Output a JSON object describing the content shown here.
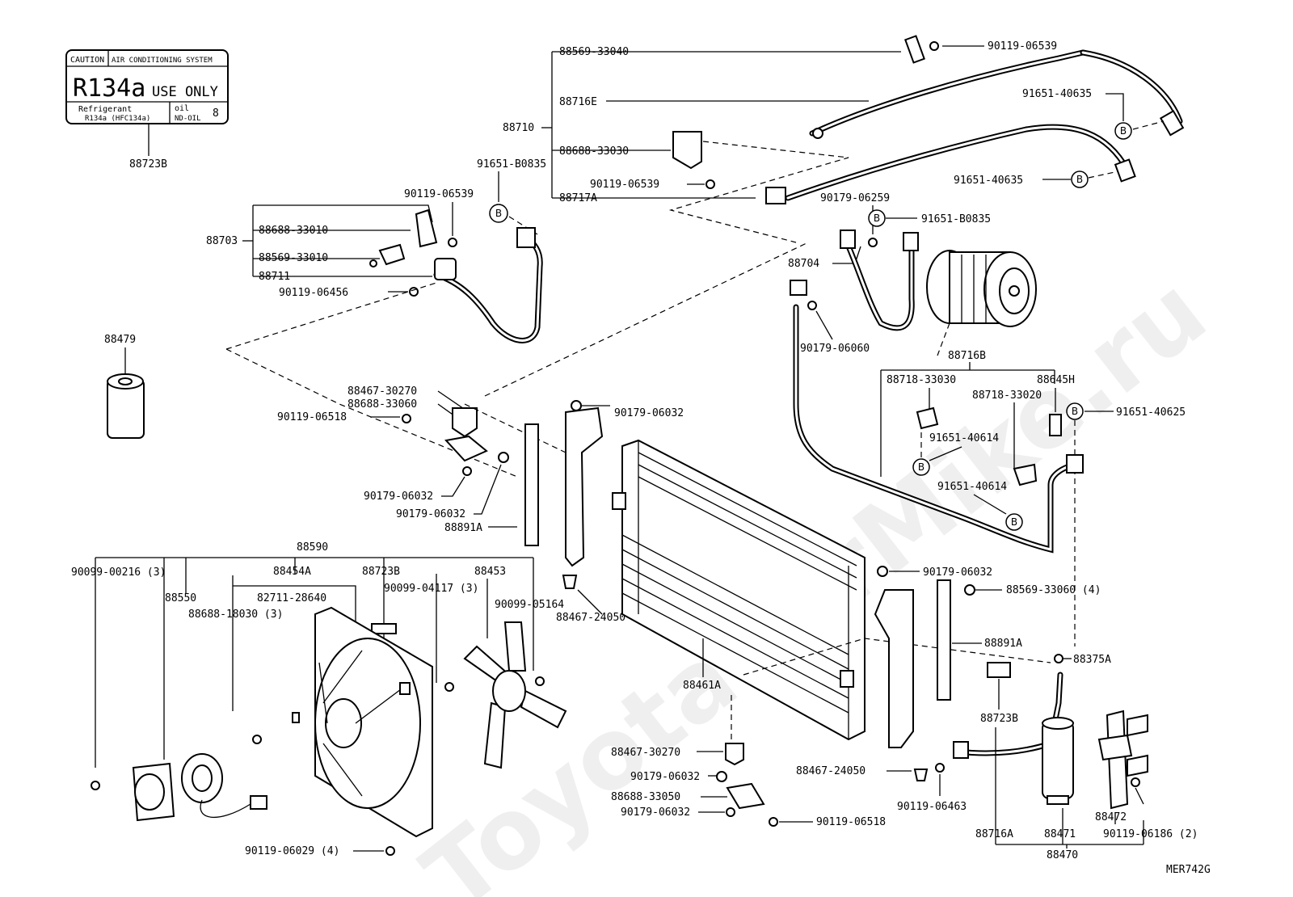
{
  "diagram_id": "MER742G",
  "watermark": "ToyotaCarMike.ru",
  "caution_label": {
    "caution": "CAUTION",
    "system": "AIR CONDITIONING SYSTEM",
    "refrigerant_big": "R134a",
    "use_only": "USE ONLY",
    "refrigerant_word": "Refrigerant",
    "refrigerant_spec": "R134a (HFC134a)",
    "oil_word": "oil",
    "oil_spec": "ND-OIL",
    "oil_grade": "8",
    "part_no": "88723B"
  },
  "b_symbol": "B",
  "labels": {
    "p88569_33040": "88569-33040",
    "p90119_06539_top": "90119-06539",
    "p88716E": "88716E",
    "p91651_40635_a": "91651-40635",
    "p88710": "88710",
    "p88688_33030": "88688-33030",
    "p91651_40635_b": "91651-40635",
    "p90119_06539_mid": "90119-06539",
    "p88717A": "88717A",
    "p90179_06259": "90179-06259",
    "p91651_B0835_r": "91651-B0835",
    "p91651_B0835_l": "91651-B0835",
    "p90119_06539_left": "90119-06539",
    "p88688_33010": "88688-33010",
    "p88703": "88703",
    "p88569_33010": "88569-33010",
    "p88711": "88711",
    "p90119_06456": "90119-06456",
    "p88704": "88704",
    "p90179_06060": "90179-06060",
    "p88479": "88479",
    "p88716B": "88716B",
    "p88718_33030": "88718-33030",
    "p88645H": "88645H",
    "p88718_33020": "88718-33020",
    "p91651_40625": "91651-40625",
    "p91651_40614_a": "91651-40614",
    "p91651_40614_b": "91651-40614",
    "p88467_30270_top": "88467-30270",
    "p88688_33060": "88688-33060",
    "p90119_06518_top": "90119-06518",
    "p90179_06032_a": "90179-06032",
    "p90179_06032_b": "90179-06032",
    "p90179_06032_c": "90179-06032",
    "p88891A_left": "88891A",
    "p88590": "88590",
    "p90099_00216": "90099-00216 (3)",
    "p88454A": "88454A",
    "p88723B_mid": "88723B",
    "p88453": "88453",
    "p88550": "88550",
    "p82711_28640": "82711-28640",
    "p90099_04117": "90099-04117 (3)",
    "p88688_18030": "88688-18030 (3)",
    "p90099_05164": "90099-05164",
    "p88467_24050_top": "88467-24050",
    "p90179_06032_d": "90179-06032",
    "p88569_33060": "88569-33060 (4)",
    "p88891A_right": "88891A",
    "p88461A": "88461A",
    "p88375A": "88375A",
    "p88723B_right": "88723B",
    "p88467_30270_bot": "88467-30270",
    "p90179_06032_e": "90179-06032",
    "p88688_33050": "88688-33050",
    "p90179_06032_f": "90179-06032",
    "p90119_06518_bot": "90119-06518",
    "p88467_24050_bot": "88467-24050",
    "p90119_06463": "90119-06463",
    "p88472": "88472",
    "p88716A": "88716A",
    "p88471": "88471",
    "p90119_06186": "90119-06186 (2)",
    "p88470": "88470",
    "p90119_06029": "90119-06029 (4)"
  }
}
